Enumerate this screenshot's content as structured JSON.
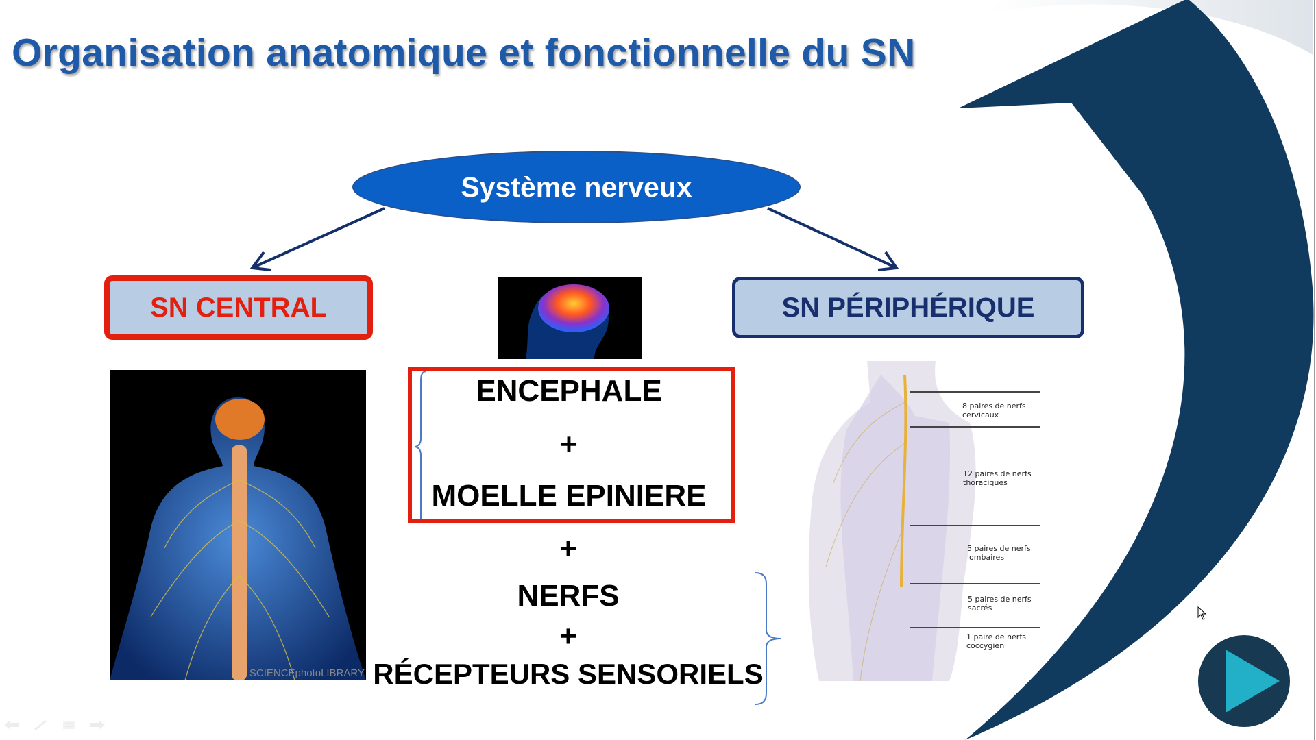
{
  "slide": {
    "title": "Organisation anatomique et fonctionnelle du SN",
    "root_node": "Système nerveux",
    "central": {
      "label": "SN CENTRAL",
      "color": "#e3200f"
    },
    "peripheral": {
      "label": "SN PÉRIPHÉRIQUE",
      "color": "#17306d"
    },
    "central_parts": [
      "ENCEPHALE",
      "+",
      "MOELLE EPINIERE"
    ],
    "peripheral_parts": [
      "+",
      "NERFS",
      "+",
      "RÉCEPTEURS SENSORIELS"
    ],
    "image_watermark": "SCIENCEphotoLIBRARY",
    "spine_labels": [
      [
        "8 paires de nerfs",
        "cervicaux"
      ],
      [
        "12 paires de nerfs",
        "thoraciques"
      ],
      [
        "5 paires de nerfs",
        "lombaires"
      ],
      [
        "5 paires de nerfs",
        "sacrés"
      ],
      [
        "1 paire de nerfs",
        "coccygien"
      ]
    ]
  },
  "colors": {
    "accent_blue": "#0a60c6",
    "swoosh": "#103a5e",
    "play_bg": "#173a52",
    "play_triangle": "#22b0c8"
  },
  "controls": {
    "icons": [
      "back-arrow-icon",
      "pen-icon",
      "menu-icon",
      "forward-arrow-icon",
      "play-icon"
    ]
  }
}
